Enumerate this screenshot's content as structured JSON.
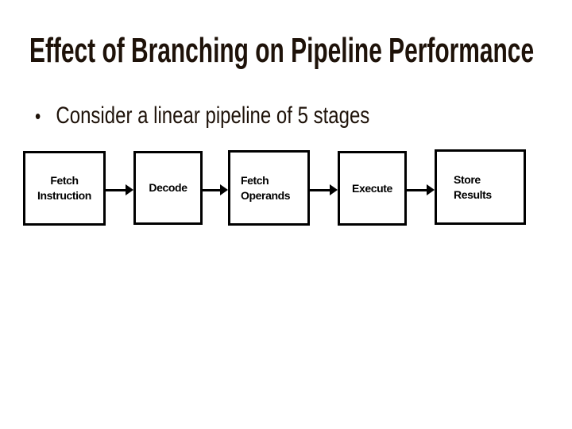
{
  "slide": {
    "title": "Effect of Branching on Pipeline Performance",
    "bullets": [
      {
        "marker": "•",
        "text": "Consider a linear pipeline of 5 stages"
      }
    ]
  },
  "diagram": {
    "type": "linear-pipeline-flow",
    "stage_count": 5,
    "stages": [
      {
        "label": "Fetch Instruction",
        "lines": [
          "Fetch",
          "Instruction"
        ]
      },
      {
        "label": "Decode",
        "lines": [
          "Decode"
        ]
      },
      {
        "label": "Fetch Operands",
        "lines": [
          "Fetch",
          "Operands"
        ]
      },
      {
        "label": "Execute",
        "lines": [
          "Execute"
        ]
      },
      {
        "label": "Store Results",
        "lines": [
          "Store",
          "Results"
        ]
      }
    ],
    "connector": "right-arrow"
  },
  "colors": {
    "background": "#ffffff",
    "title_text": "#1e1209",
    "body_text": "#1e1209",
    "diagram_line": "#000000",
    "box_fill": "#ffffff"
  }
}
